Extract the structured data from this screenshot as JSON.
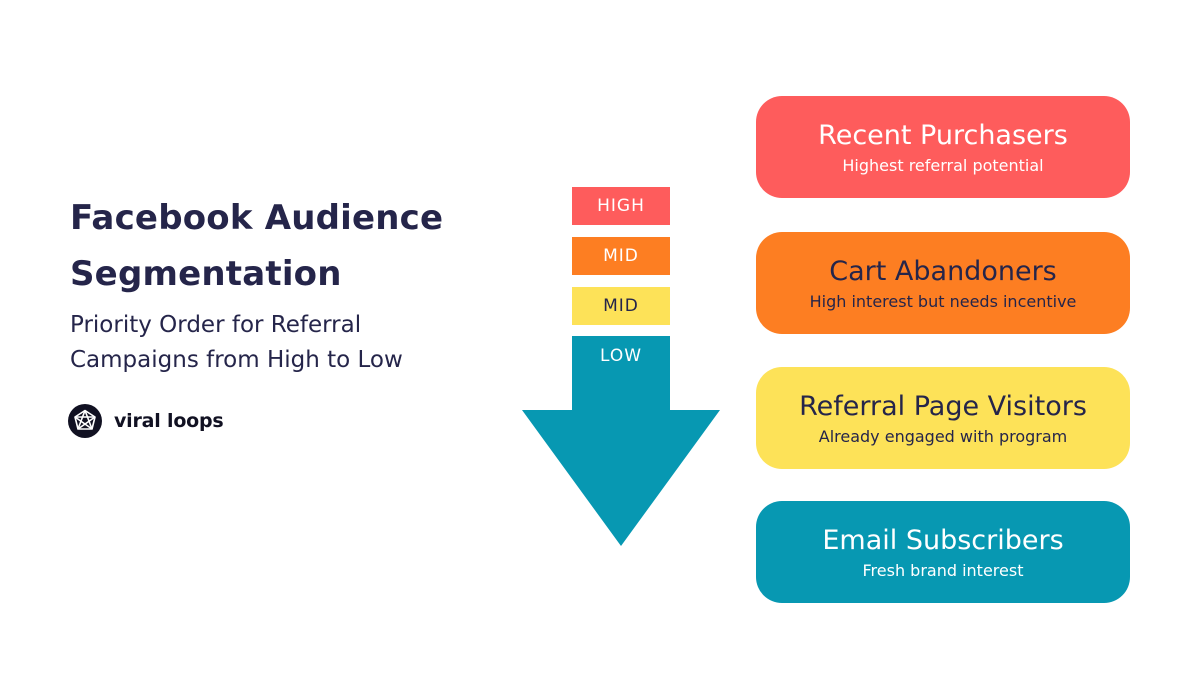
{
  "header": {
    "title": "Facebook Audience Segmentation",
    "subtitle": "Priority Order for Referral Campaigns from High to Low"
  },
  "brand": {
    "name": "viral loops",
    "icon": "viral-loops-logo-icon"
  },
  "priority": {
    "levels": [
      "HIGH",
      "MID",
      "MID",
      "LOW"
    ],
    "arrow_icon": "down-arrow-icon"
  },
  "segments": [
    {
      "title": "Recent Purchasers",
      "description": "Highest referral potential",
      "color": "#fe5c5c"
    },
    {
      "title": "Cart Abandoners",
      "description": "High interest but needs incentive",
      "color": "#fd7e22"
    },
    {
      "title": "Referral Page Visitors",
      "description": "Already engaged with program",
      "color": "#fde258"
    },
    {
      "title": "Email Subscribers",
      "description": "Fresh brand interest",
      "color": "#0798b2"
    }
  ],
  "colors": {
    "text_dark": "#25254a",
    "high": "#fe5c5c",
    "mid_orange": "#fd7e22",
    "mid_yellow": "#fde258",
    "low_teal": "#0798b2"
  }
}
